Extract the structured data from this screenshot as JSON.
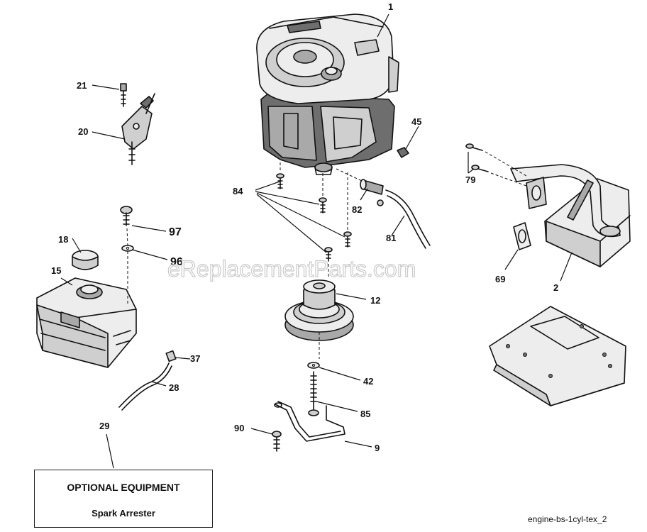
{
  "diagram": {
    "watermark": "eReplacementParts.com",
    "reference": "engine-bs-1cyl-tex_2",
    "optional_box": {
      "title": "OPTIONAL EQUIPMENT",
      "item": "Spark Arrester"
    },
    "callouts": {
      "engine": "1",
      "muffler": "2",
      "deflector_bracket": "9",
      "pulley": "12",
      "fuel_tank": "15",
      "fuel_cap": "18",
      "throttle_control": "20",
      "control_bolt": "21",
      "fuel_line": "28",
      "spark_arrester": "29",
      "line_clamp": "37",
      "washer": "42",
      "nut": "45",
      "muffler_gasket": "69",
      "exhaust_bolts": "79",
      "drain_hose": "81",
      "drain_valve": "82",
      "engine_bolts": "84",
      "pulley_bolt": "85",
      "bracket_bolt": "90",
      "tank_washer": "96",
      "tank_bolt": "97"
    }
  }
}
